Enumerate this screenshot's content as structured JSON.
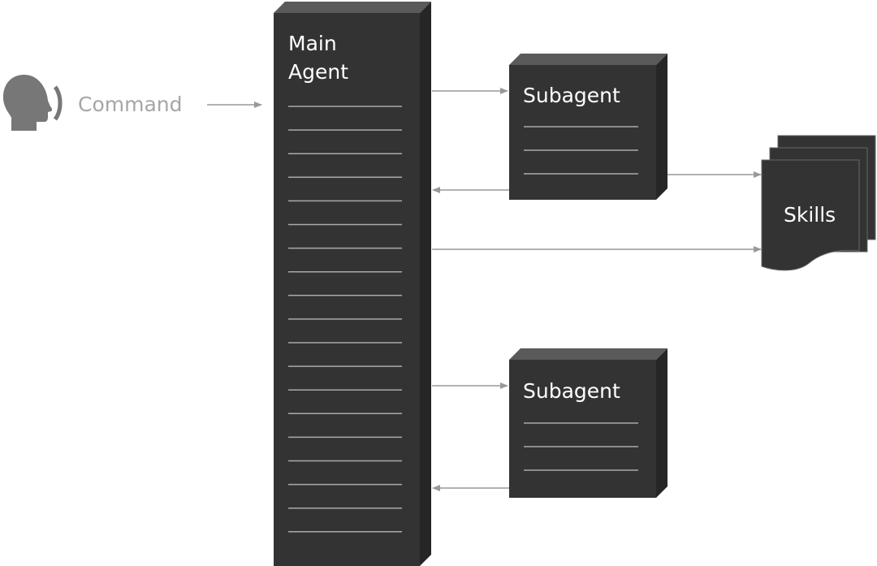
{
  "colors": {
    "box_front": "#333333",
    "box_top": "#5a5a5a",
    "box_side": "#262626",
    "arrow": "#999999",
    "line": "#aaaaaa",
    "user_icon": "#777777"
  },
  "user": {
    "icon": "speaking-head-icon",
    "command_label": "Command"
  },
  "main_agent": {
    "title_line1": "Main",
    "title_line2": "Agent"
  },
  "subagents": [
    {
      "title": "Subagent"
    },
    {
      "title": "Subagent"
    }
  ],
  "skills": {
    "title": "Skills"
  }
}
